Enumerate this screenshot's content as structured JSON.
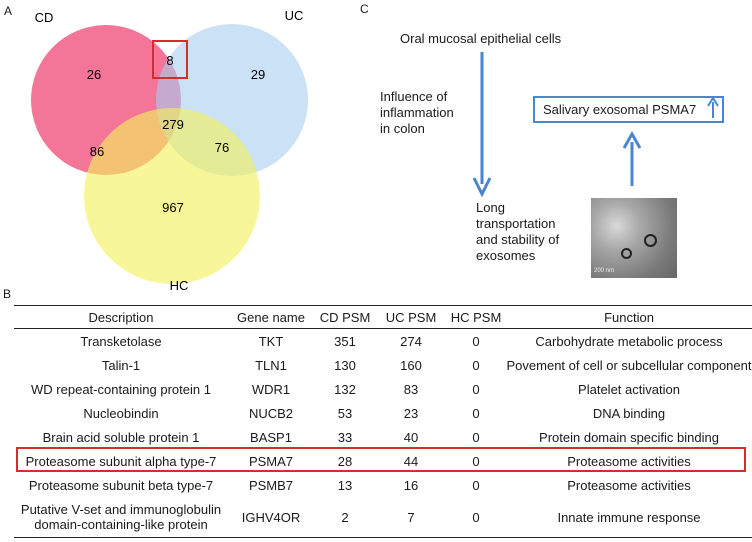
{
  "panel_a": {
    "letter": "A",
    "labels": {
      "cd": "CD",
      "uc": "UC",
      "hc": "HC"
    },
    "counts": {
      "cd_only": "26",
      "cd_uc": "8",
      "uc_only": "29",
      "all": "279",
      "cd_hc": "86",
      "uc_hc": "76",
      "hc_only": "967"
    },
    "colors": {
      "cd": "#f0507c",
      "uc": "#c6def5",
      "hc": "#f3f27a",
      "highlight": "#d62c2c"
    }
  },
  "panel_b": {
    "letter": "B",
    "headers": [
      "Description",
      "Gene name",
      "CD PSM",
      "UC PSM",
      "HC PSM",
      "Function"
    ],
    "rows": [
      [
        "Transketolase",
        "TKT",
        "351",
        "274",
        "0",
        "Carbohydrate metabolic process"
      ],
      [
        "Talin-1",
        "TLN1",
        "130",
        "160",
        "0",
        "Povement of cell or subcellular component"
      ],
      [
        "WD repeat-containing protein 1",
        "WDR1",
        "132",
        "83",
        "0",
        "Platelet activation"
      ],
      [
        "Nucleobindin",
        "NUCB2",
        "53",
        "23",
        "0",
        "DNA binding"
      ],
      [
        "Brain acid soluble protein 1",
        "BASP1",
        "33",
        "40",
        "0",
        "Protein domain specific binding"
      ],
      [
        "Proteasome subunit alpha type-7",
        "PSMA7",
        "28",
        "44",
        "0",
        "Proteasome activities"
      ],
      [
        "Proteasome subunit beta type-7",
        "PSMB7",
        "13",
        "16",
        "0",
        "Proteasome activities"
      ],
      [
        "Putative V-set and immunoglobulin domain-containing-like protein",
        "IGHV4OR",
        "2",
        "7",
        "0",
        "Innate immune response"
      ]
    ],
    "highlight_color": "#d62c2c"
  },
  "panel_c": {
    "letter": "C",
    "oral_cells": "Oral mucosal epithelial cells",
    "influence_lines": [
      "Influence of",
      "inflammation",
      "in colon"
    ],
    "transport_lines": [
      "Long",
      "transportation",
      "and stability of",
      "exosomes"
    ],
    "psma_label": "Salivary exosomal PSMA7",
    "scale_label": "200 nm",
    "arrow_color": "#4a86d0"
  }
}
